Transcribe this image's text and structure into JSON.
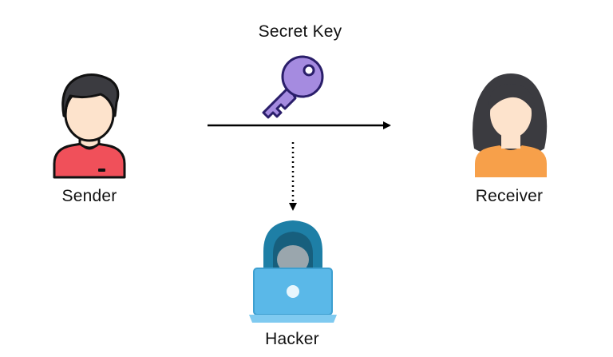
{
  "diagram": {
    "key_label": "Secret Key",
    "sender_label": "Sender",
    "receiver_label": "Receiver",
    "hacker_label": "Hacker"
  },
  "colors": {
    "sender_shirt": "#f0505a",
    "receiver_shirt": "#f7a04a",
    "key": "#a58be0",
    "hood": "#1e7fa6",
    "laptop": "#5ab8e8",
    "skin": "#fde3cc",
    "hair": "#3b3b40",
    "arrow": "#000000"
  }
}
